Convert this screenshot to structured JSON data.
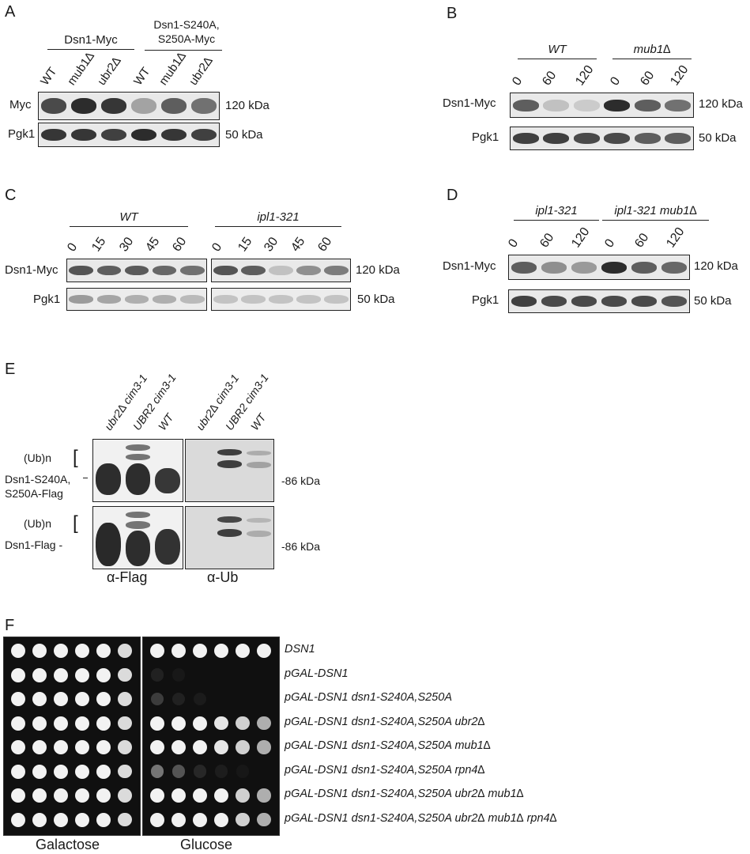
{
  "panels": {
    "A": {
      "label": "A",
      "group1": "Dsn1-Myc",
      "group2_line1": "Dsn1-S240A,",
      "group2_line2": "S250A-Myc",
      "lanes": [
        "WT",
        "mub1∆",
        "ubr2∆",
        "WT",
        "mub1∆",
        "ubr2∆"
      ],
      "row1_label": "Myc",
      "row2_label": "Pgk1",
      "row1_size": "120 kDa",
      "row2_size": "50 kDa"
    },
    "B": {
      "label": "B",
      "group1": "WT",
      "group2": "mub1∆",
      "lanes": [
        "0",
        "60",
        "120",
        "0",
        "60",
        "120"
      ],
      "row1_label": "Dsn1-Myc",
      "row2_label": "Pgk1",
      "row1_size": "120 kDa",
      "row2_size": "50 kDa"
    },
    "C": {
      "label": "C",
      "group1": "WT",
      "group2": "ipl1-321",
      "lanes": [
        "0",
        "15",
        "30",
        "45",
        "60",
        "0",
        "15",
        "30",
        "45",
        "60"
      ],
      "row1_label": "Dsn1-Myc",
      "row2_label": "Pgk1",
      "row1_size": "120 kDa",
      "row2_size": "50 kDa"
    },
    "D": {
      "label": "D",
      "group1": "ipl1-321",
      "group2": "ipl1-321 mub1∆",
      "lanes": [
        "0",
        "60",
        "120",
        "0",
        "60",
        "120"
      ],
      "row1_label": "Dsn1-Myc",
      "row2_label": "Pgk1",
      "row1_size": "120 kDa",
      "row2_size": "50 kDa"
    },
    "E": {
      "label": "E",
      "lanes": [
        "ubr2∆ cim3-1",
        "UBR2 cim3-1",
        "WT",
        "ubr2∆ cim3-1",
        "UBR2 cim3-1",
        "WT"
      ],
      "ubn": "(Ub)n",
      "row1_line1": "Dsn1-S240A,",
      "row1_line2": "S250A-Flag",
      "row2_label": "Dsn1-Flag -",
      "size": "-86 kDa",
      "antibody1": "α-Flag",
      "antibody2": "α-Ub"
    },
    "F": {
      "label": "F",
      "plate1": "Galactose",
      "plate2": "Glucose",
      "strains": [
        "DSN1",
        "pGAL-DSN1",
        "pGAL-DSN1 dsn1-S240A,S250A",
        "pGAL-DSN1 dsn1-S240A,S250A ubr2∆",
        "pGAL-DSN1 dsn1-S240A,S250A mub1∆",
        "pGAL-DSN1 dsn1-S240A,S250A rpn4∆",
        "pGAL-DSN1 dsn1-S240A,S250A ubr2∆ mub1∆",
        "pGAL-DSN1 dsn1-S240A,S250A ubr2∆ mub1∆ rpn4∆"
      ]
    }
  },
  "colors": {
    "band": "#222222",
    "blot_bg": "#e9e9e9",
    "plate_bg": "#101010",
    "colony": "#f2f2f2"
  }
}
